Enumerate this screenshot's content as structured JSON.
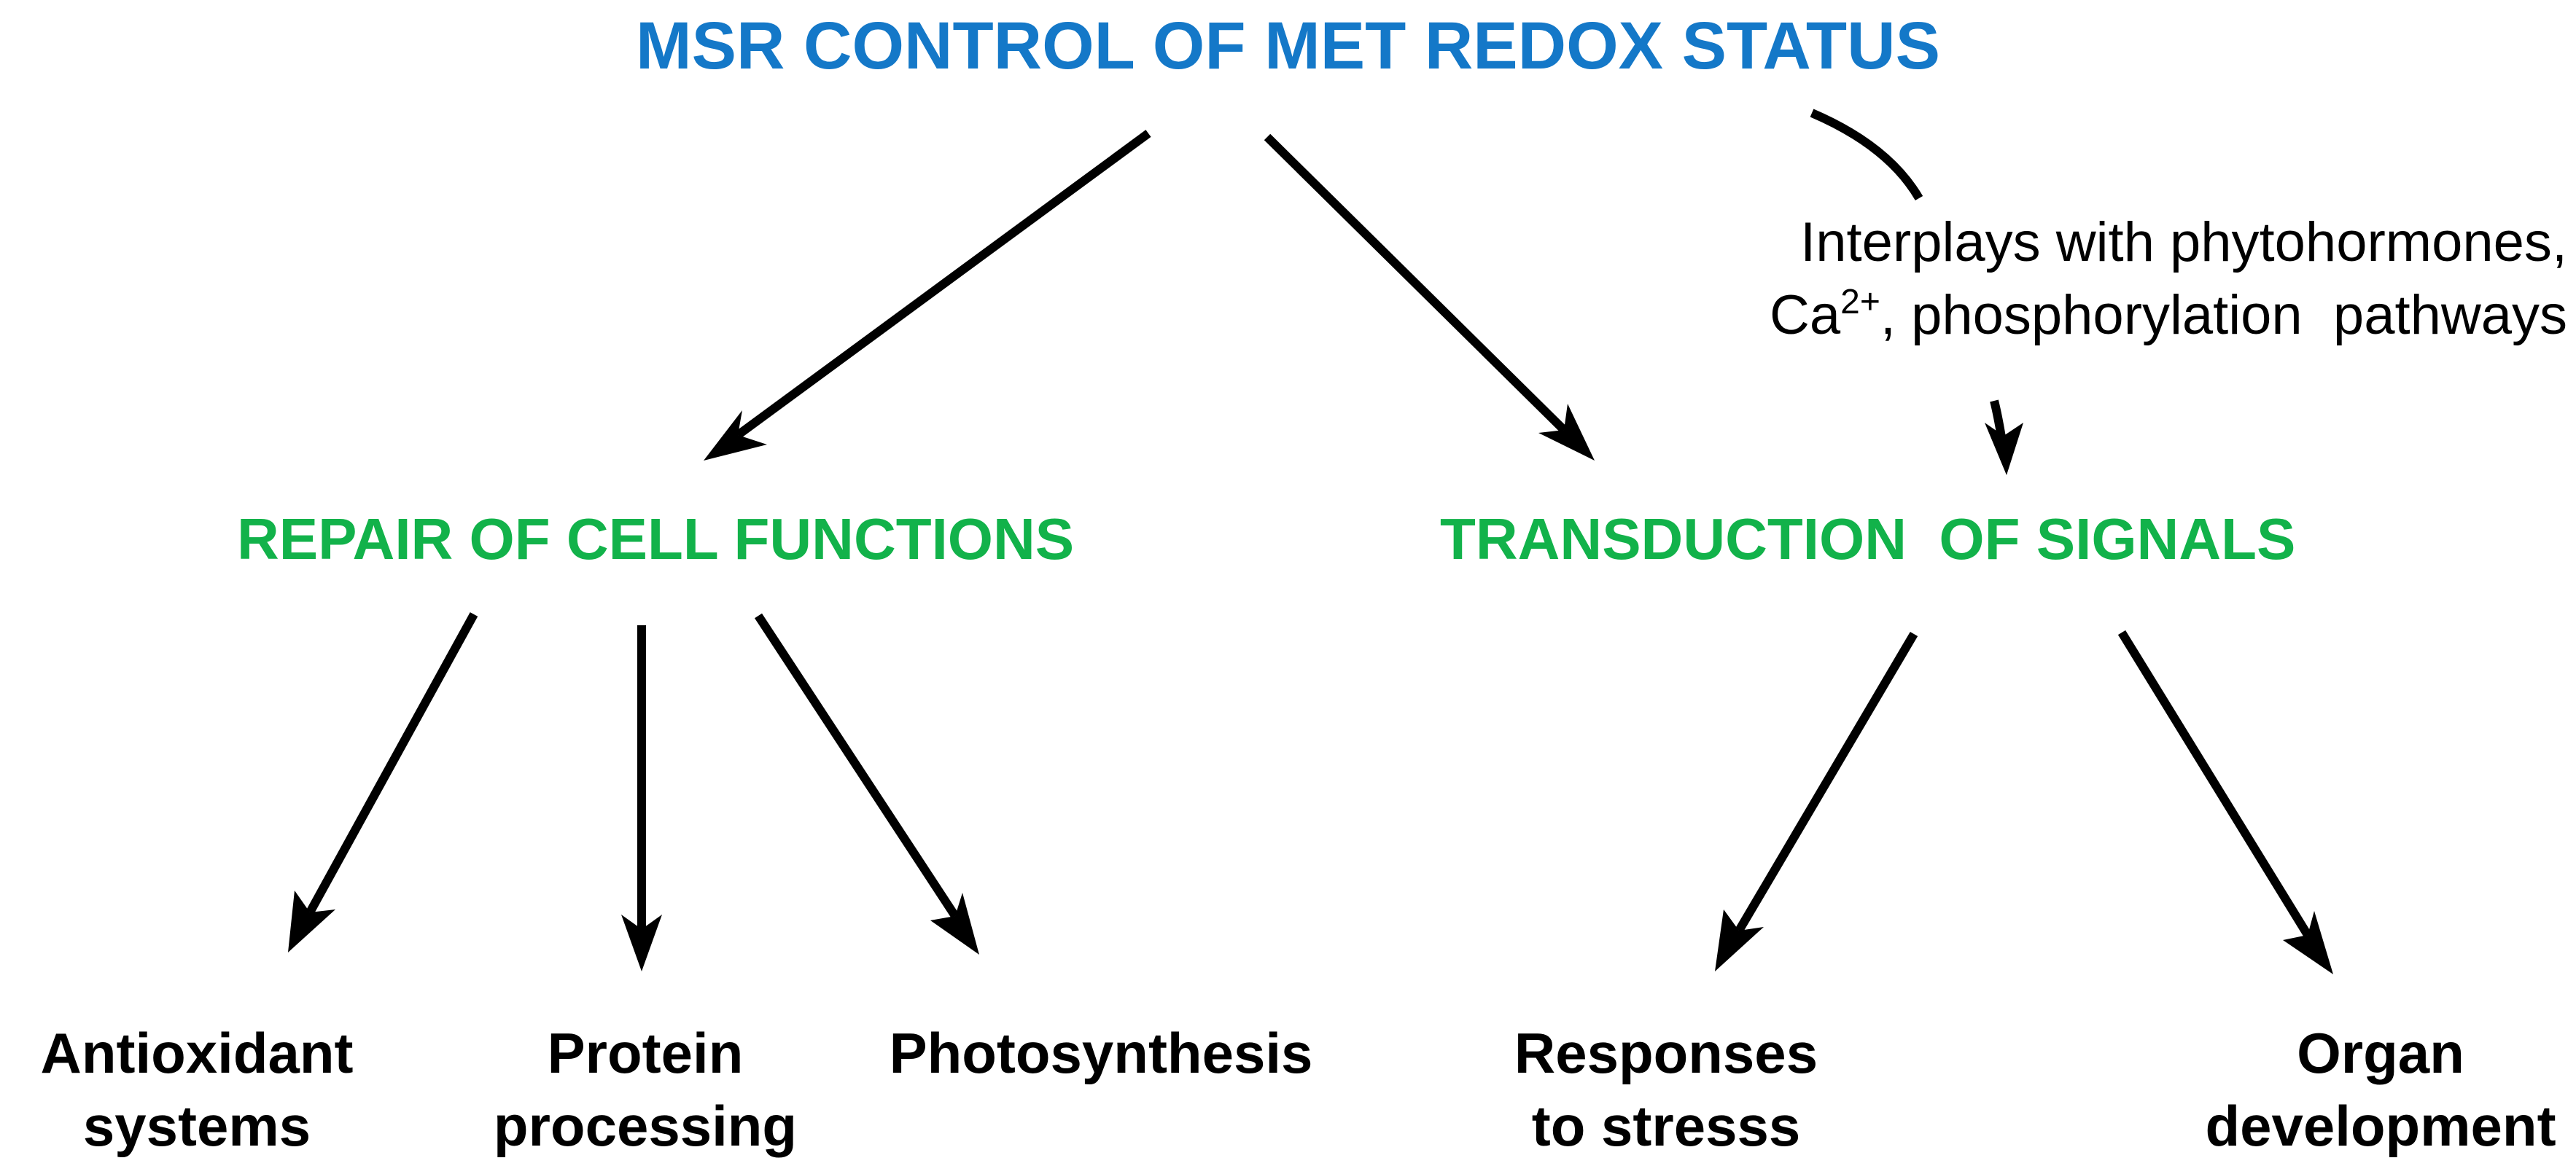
{
  "title": "MSR CONTROL OF MET REDOX STATUS",
  "branches": {
    "repair": "REPAIR OF CELL FUNCTIONS",
    "transduction": "TRANSDUCTION  OF SIGNALS"
  },
  "interplay_note": {
    "line1": "Interplays with phytohormones,",
    "line2_prefix": "Ca",
    "line2_superscript": "2+",
    "line2_suffix": ", phosphorylation  pathways"
  },
  "leaves": {
    "antioxidant": {
      "line1": "Antioxidant",
      "line2": "systems"
    },
    "protein": {
      "line1": "Protein",
      "line2": "processing"
    },
    "photosynthesis": {
      "line1": "Photosynthesis"
    },
    "stress": {
      "line1": "Responses",
      "line2": "to stresss"
    },
    "organ": {
      "line1": "Organ",
      "line2": "development"
    }
  },
  "colors": {
    "title": "#1478c8",
    "branch": "#12b24a",
    "text": "#000000"
  }
}
